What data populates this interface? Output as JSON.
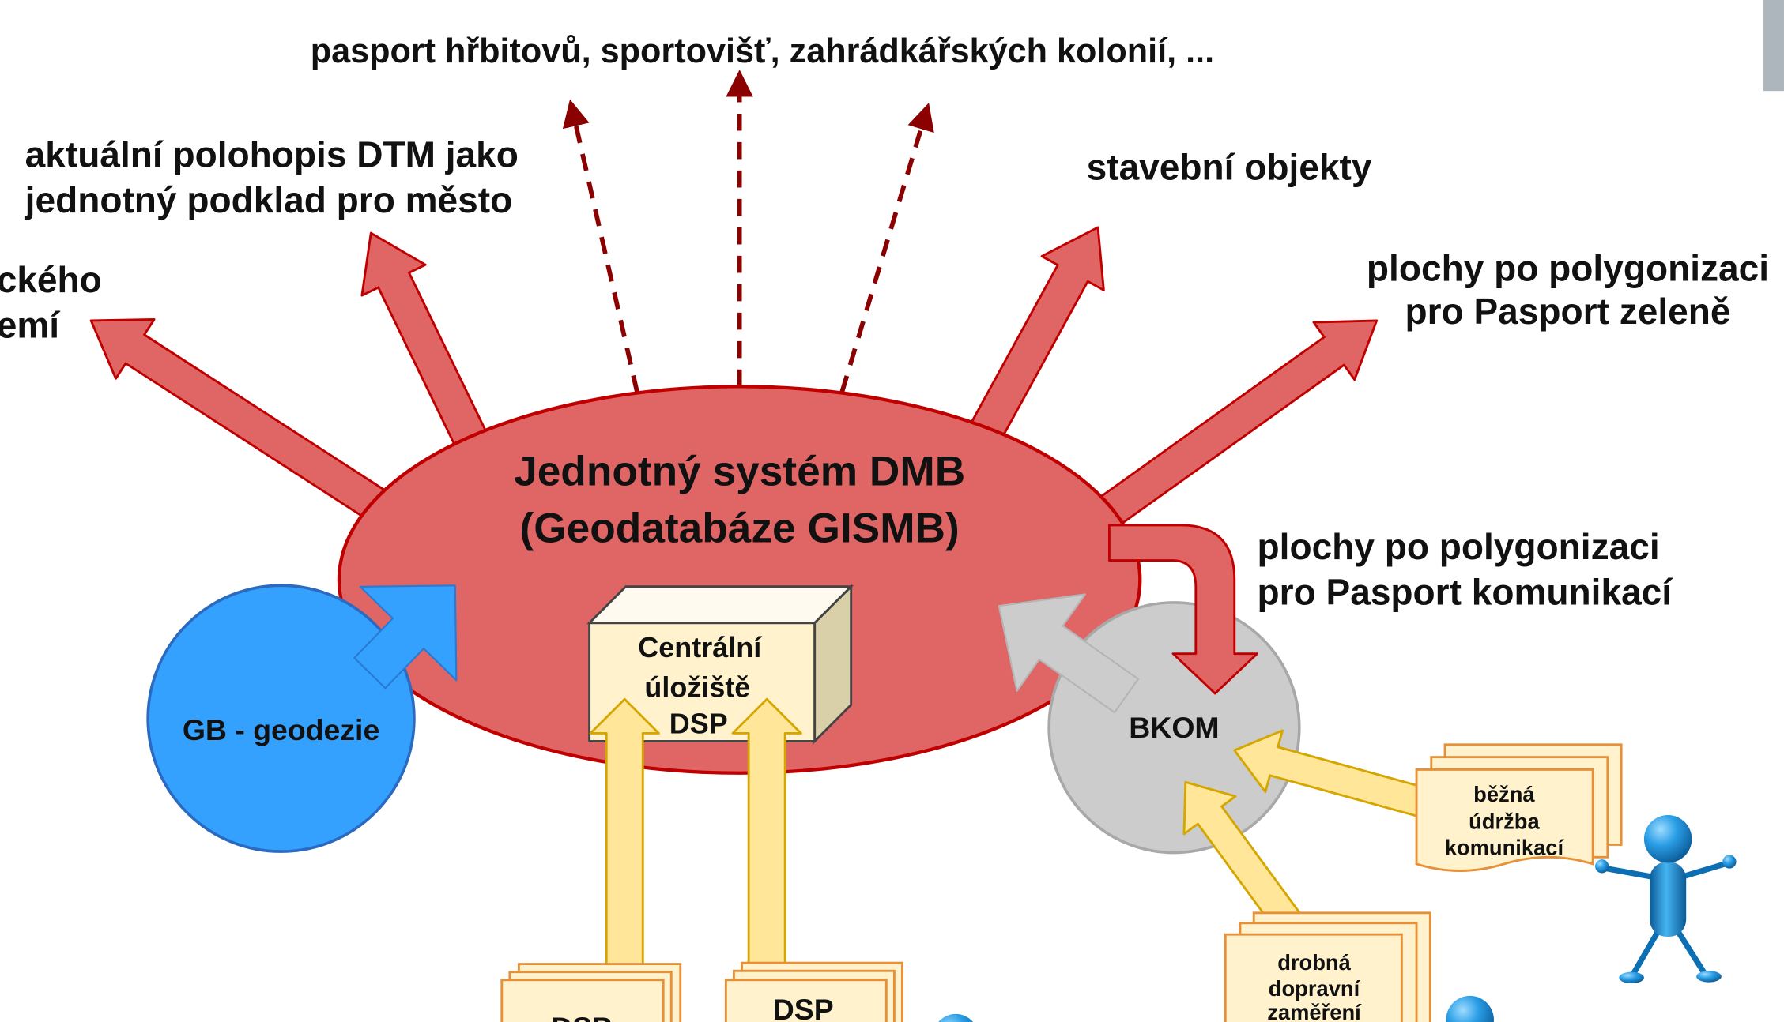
{
  "diagram": {
    "top_label": "pasport hřbitovů, sportovišť, zahrádkářských kolonií, ...",
    "dtm_label": {
      "line1": "aktuální polohopis DTM jako",
      "line2": "jednotný podklad pro město"
    },
    "cut_label": {
      "line1": "ckého",
      "line2": "emí"
    },
    "buildings_label": "stavební objekty",
    "greenery_label": {
      "line1": "plochy po polygonizaci",
      "line2": "pro Pasport zeleně"
    },
    "roads_label": {
      "line1": "plochy po polygonizaci",
      "line2": "pro Pasport komunikací"
    },
    "central_system": {
      "line1": "Jednotný systém DMB",
      "line2": "(Geodatabáze GISMB)"
    },
    "storage": {
      "line1": "Centrální",
      "line2": "úložiště",
      "line3": "DSP"
    },
    "gb_node": "GB - geodezie",
    "bkom_node": "BKOM",
    "maintenance_doc": {
      "line1": "běžná",
      "line2": "údržba",
      "line3": "komunikací"
    },
    "survey_doc": {
      "line1": "drobná",
      "line2": "dopravní",
      "line3": "zaměření"
    },
    "dsp_docs": [
      "DSP",
      "DSP"
    ]
  },
  "icons": [
    "person-figure-icon"
  ],
  "colors": {
    "ellipse_fill": "#e06666",
    "red_arrow_fill": "#e06666",
    "dashed_arrow": "#8b0000",
    "gb_fill": "#33a1fd",
    "bkom_fill": "#cccccc",
    "storage_fill": "#fff2cc",
    "doc_fill": "#fff2cc",
    "yellow_arrow_fill": "#ffe699",
    "corner_bar": "#aeb6bd"
  }
}
